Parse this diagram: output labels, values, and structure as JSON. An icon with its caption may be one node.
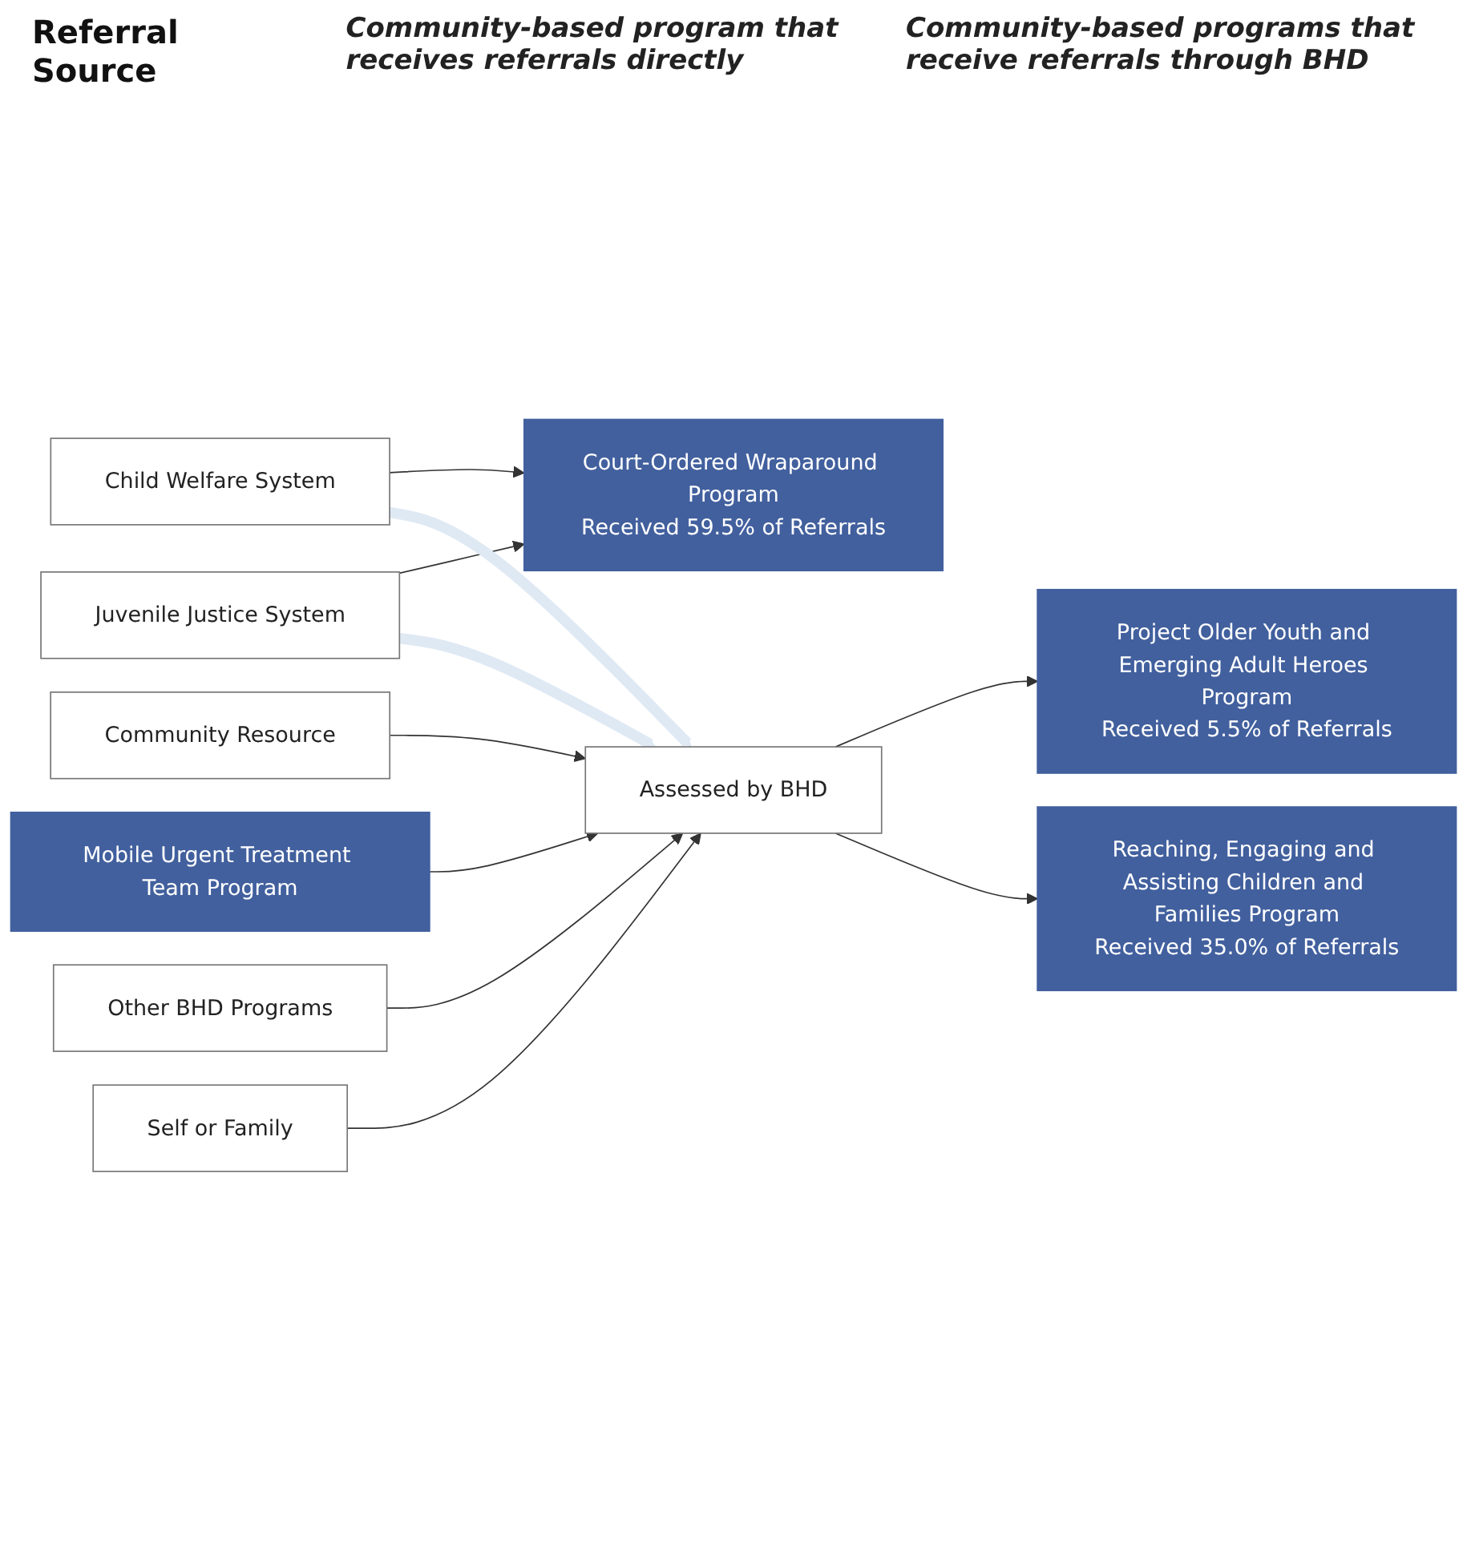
{
  "diagram": {
    "title": "Referral Source",
    "nodes": [
      {
        "text": [
          "Child Welfare System"
        ]
      },
      {
        "text": [
          "Juvenile Justice System"
        ]
      },
      {
        "text": [
          "Court-Ordered Wraparound Program",
          "Received 59.5% of Referrals"
        ]
      },
      {
        "text": [
          "Assessed by BHD"
        ]
      },
      {
        "text": [
          "Project Older Youth and Emerging Adult Heroes Program",
          "Received 5.5% of Referrals"
        ]
      },
      {
        "text": [
          "Reaching, Engaging and Assisting Children and Families Program",
          "Received 35.0% of Referrals"
        ]
      },
      {
        "text": [
          "Community Resource"
        ]
      },
      {
        "text": [
          "Mobile Urgent Treatment Team Program"
        ]
      },
      {
        "text": [
          "Other BHD Programs"
        ]
      },
      {
        "text": [
          "Self or Family"
        ]
      }
    ],
    "edges": [
      {
        "from": 0,
        "to": 2,
        "arrow": "to"
      },
      {
        "from": 1,
        "to": 2,
        "arrow": "to"
      },
      {
        "from": 1,
        "to": 3,
        "arrow": "to",
        "style": "thick",
        "color": "#dfe9f4"
      },
      {
        "from": 0,
        "to": 3,
        "arrow": "to",
        "style": "thick",
        "color": "#dfe9f4"
      },
      {
        "from": 3,
        "to": 4,
        "arrow": "to"
      },
      {
        "from": 3,
        "to": 5,
        "arrow": "to"
      },
      {
        "from": 6,
        "to": 3,
        "arrow": "to"
      },
      {
        "from": 7,
        "to": 3,
        "arrow": "to"
      },
      {
        "from": 8,
        "to": 3,
        "arrow": "to"
      },
      {
        "from": 9,
        "to": 3,
        "arrow": "to"
      }
    ],
    "labels": [
      "Community-based program that receives referrals directly",
      "Community-based programs that receive referrals through BHD"
    ]
  }
}
